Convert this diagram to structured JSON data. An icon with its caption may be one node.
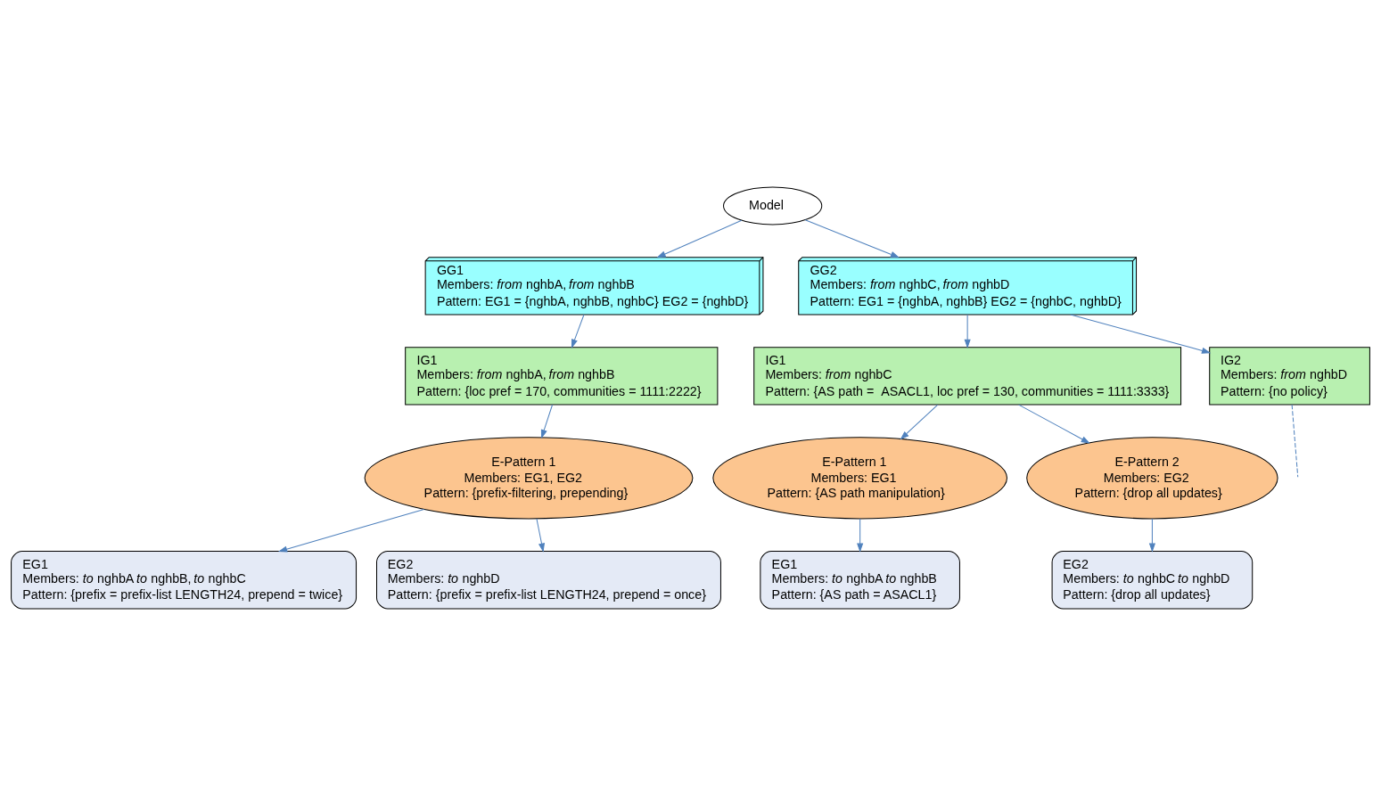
{
  "diagram": {
    "nodes": [
      {
        "text": [
          "Model"
        ]
      },
      {
        "text": [
          "GG1",
          "Members: *from* nghbA, *from* nghbB",
          "Pattern: EG1 = {nghbA, nghbB, nghbC} EG2 = {nghbD}"
        ]
      },
      {
        "text": [
          "GG2",
          "Members: *from* nghbC, *from* nghbD",
          "Pattern: EG1 = {nghbA, nghbB} EG2 = {nghbC, nghbD}"
        ]
      },
      {
        "text": [
          "IG1",
          "Members: *from* nghbA, *from* nghbB",
          "Pattern: {loc pref = 170, communities = 1111:2222}"
        ]
      },
      {
        "text": [
          "IG1",
          "Members: *from* nghbC",
          "Pattern: {AS path =  ASACL1, loc pref = 130, communities = 1111:3333}"
        ]
      },
      {
        "text": [
          "IG2",
          "Members: *from* nghbD",
          "Pattern: {no policy}"
        ]
      },
      {
        "text": [
          "E-Pattern 1",
          "Members: EG1, EG2",
          "Pattern: {prefix-filtering, prepending}"
        ]
      },
      {
        "text": [
          "E-Pattern 1",
          "Members: EG1",
          "Pattern: {AS path manipulation}"
        ]
      },
      {
        "text": [
          "E-Pattern 2",
          "Members: EG2",
          "Pattern: {drop all updates}"
        ]
      },
      {
        "text": [
          "EG1",
          "Members: *to* nghbA *to* nghbB, *to* nghbC",
          "Pattern: {prefix = prefix-list LENGTH24, prepend = twice}"
        ]
      },
      {
        "text": [
          "EG2",
          "Members: *to* nghbD",
          "Pattern: {prefix = prefix-list LENGTH24, prepend = once}"
        ]
      },
      {
        "text": [
          "EG1",
          "Members: *to* nghbA *to* nghbB",
          "Pattern: {AS path = ASACL1}"
        ]
      },
      {
        "text": [
          "EG2",
          "Members: *to* nghbC *to* nghbD",
          "Pattern: {drop all updates}"
        ]
      }
    ],
    "edges": [
      {
        "from": 0,
        "to": 1,
        "arrow": "to"
      },
      {
        "from": 0,
        "to": 2,
        "arrow": "to"
      },
      {
        "from": 1,
        "to": 3,
        "arrow": "to"
      },
      {
        "from": 2,
        "to": 4,
        "arrow": "to"
      },
      {
        "from": 2,
        "to": 5,
        "arrow": "to"
      },
      {
        "from": 3,
        "to": 6,
        "arrow": "to"
      },
      {
        "from": 4,
        "to": 7,
        "arrow": "to"
      },
      {
        "from": 4,
        "to": 8,
        "arrow": "to"
      },
      {
        "from": 6,
        "to": 9,
        "arrow": "to"
      },
      {
        "from": 6,
        "to": 10,
        "arrow": "to"
      },
      {
        "from": 7,
        "to": 11,
        "arrow": "to"
      },
      {
        "from": 8,
        "to": 12,
        "arrow": "to"
      },
      {
        "from": 5,
        "to": null,
        "arrow": "none",
        "style": "dashed"
      }
    ]
  }
}
